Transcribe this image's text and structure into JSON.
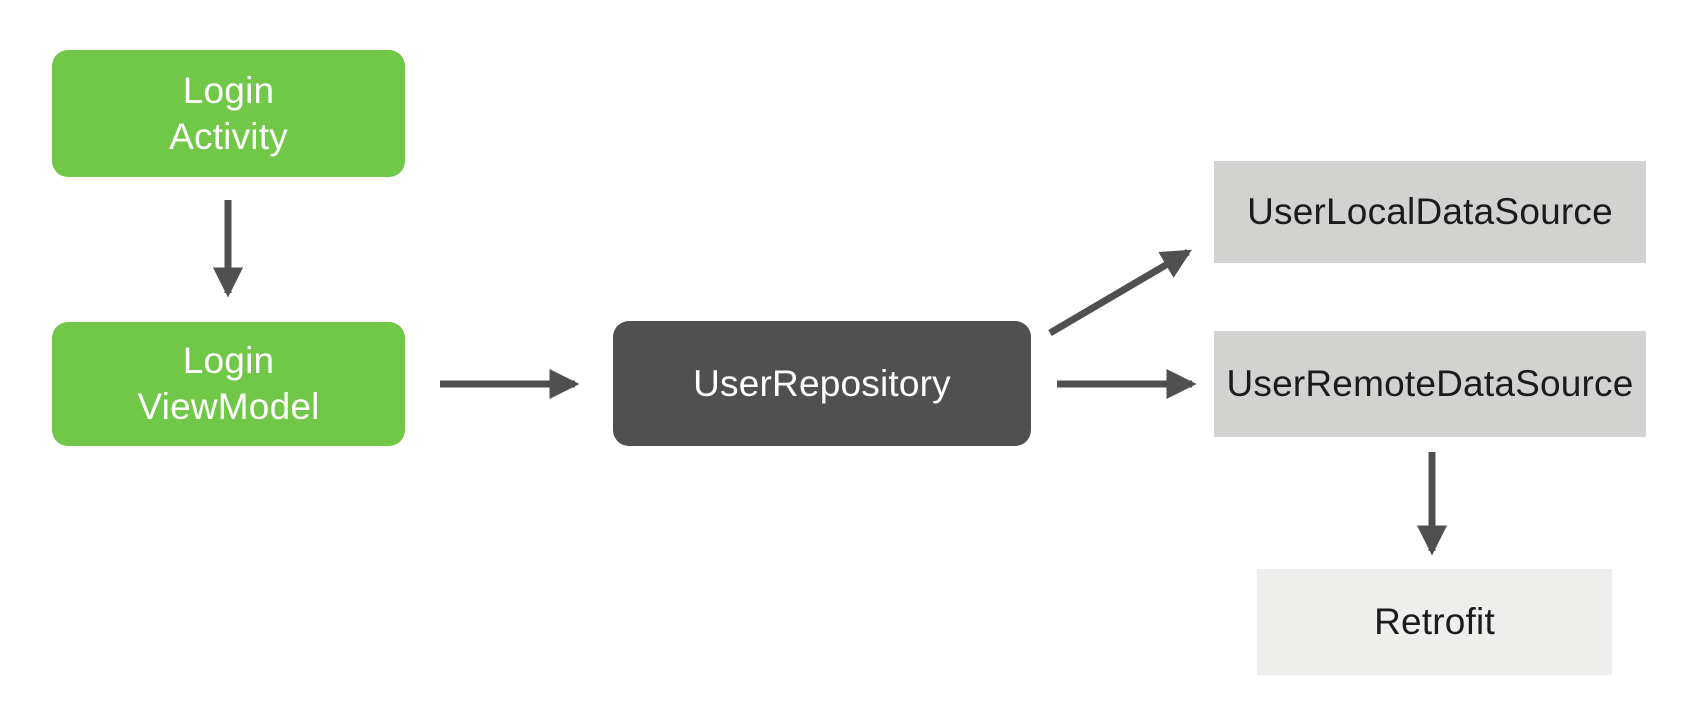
{
  "diagram": {
    "colors": {
      "background": "#ffffff",
      "green_box": "#71C747",
      "dark_box": "#505050",
      "light_box": "#D2D2D0",
      "lighter_box": "#EEEEEC",
      "arrow": "#505050",
      "text_on_color": "#FFFFFF",
      "text_on_light": "#1B1B1B"
    },
    "nodes": [
      {
        "id": "login-activity",
        "label_lines": [
          "Login",
          "Activity"
        ]
      },
      {
        "id": "login-viewmodel",
        "label_lines": [
          "Login",
          "ViewModel"
        ]
      },
      {
        "id": "user-repository",
        "label_lines": [
          "UserRepository"
        ]
      },
      {
        "id": "user-local-datasource",
        "label_lines": [
          "UserLocalDataSource"
        ]
      },
      {
        "id": "user-remote-datasource",
        "label_lines": [
          "UserRemoteDataSource"
        ]
      },
      {
        "id": "retrofit",
        "label_lines": [
          "Retrofit"
        ]
      }
    ],
    "edges": [
      {
        "from": "login-activity",
        "to": "login-viewmodel"
      },
      {
        "from": "login-viewmodel",
        "to": "user-repository"
      },
      {
        "from": "user-repository",
        "to": "user-local-datasource"
      },
      {
        "from": "user-repository",
        "to": "user-remote-datasource"
      },
      {
        "from": "user-remote-datasource",
        "to": "retrofit"
      }
    ]
  }
}
